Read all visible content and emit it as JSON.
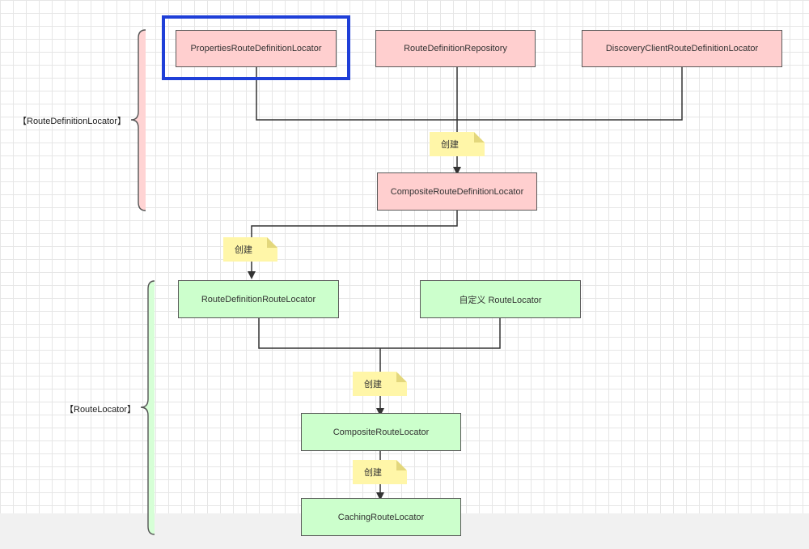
{
  "groups": {
    "route_definition_locator": "【RouteDefinitionLocator】",
    "route_locator": "【RouteLocator】"
  },
  "boxes": {
    "properties_locator": "PropertiesRouteDefinitionLocator",
    "route_definition_repository": "RouteDefinitionRepository",
    "discovery_client_locator": "DiscoveryClientRouteDefinitionLocator",
    "composite_route_definition_locator": "CompositeRouteDefinitionLocator",
    "route_definition_route_locator": "RouteDefinitionRouteLocator",
    "custom_route_locator": "自定义 RouteLocator",
    "composite_route_locator": "CompositeRouteLocator",
    "caching_route_locator": "CachingRouteLocator"
  },
  "notes": {
    "create_1": "创建",
    "create_2": "创建",
    "create_3": "创建",
    "create_4": "创建"
  },
  "colors": {
    "pink_box": "#ffcfcf",
    "green_box": "#ccffcc",
    "note": "#fff6a8",
    "highlight": "#1f3fd8",
    "pink_bracket": "#e8a0a0",
    "green_bracket": "#9ccf9c"
  }
}
